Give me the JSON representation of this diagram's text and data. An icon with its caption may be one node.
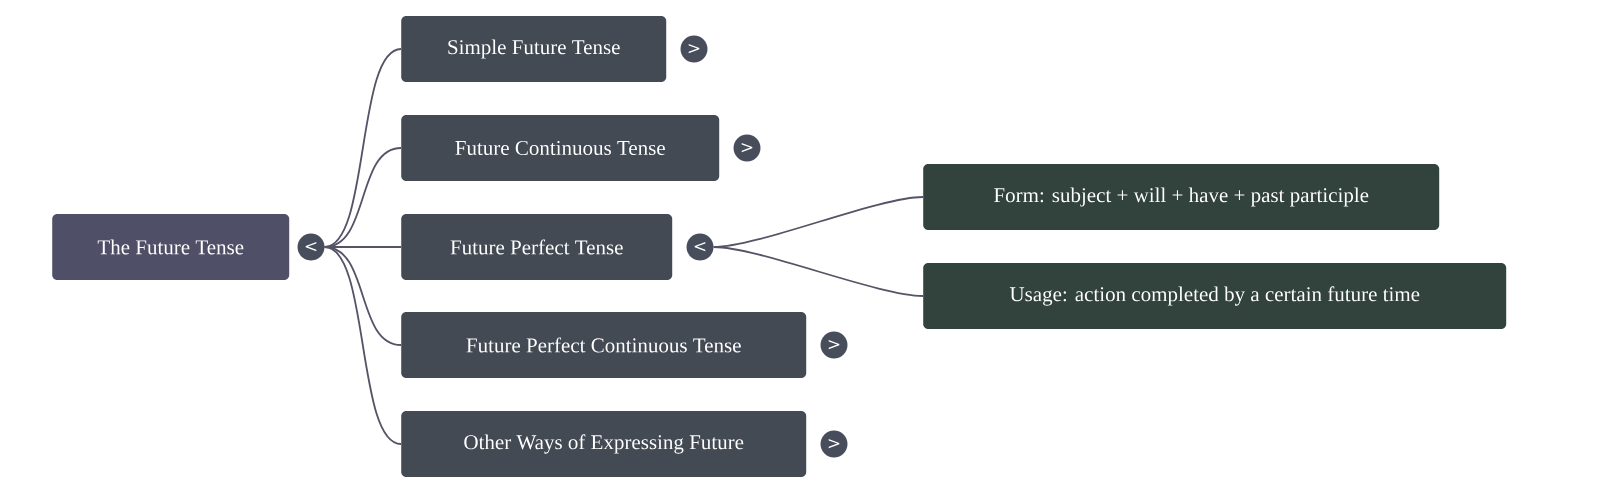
{
  "diagram": {
    "nodes": [
      {
        "text": [
          "The Future Tense"
        ]
      },
      {
        "text": [
          "<"
        ]
      },
      {
        "text": [
          "Simple Future Tense"
        ]
      },
      {
        "text": [
          ">"
        ]
      },
      {
        "text": [
          "Future Continuous Tense"
        ]
      },
      {
        "text": [
          ">"
        ]
      },
      {
        "text": [
          "Future Perfect Tense"
        ]
      },
      {
        "text": [
          "<"
        ]
      },
      {
        "text": [
          "Future Perfect Continuous Tense"
        ]
      },
      {
        "text": [
          ">"
        ]
      },
      {
        "text": [
          "Other Ways of Expressing Future"
        ]
      },
      {
        "text": [
          ">"
        ]
      },
      {
        "text": [
          "Form: subject + will + have + past participle"
        ]
      },
      {
        "text": [
          "Usage: action completed by a certain future time"
        ]
      }
    ],
    "edges": [
      {
        "from": 1,
        "to": 2,
        "arrow": "none"
      },
      {
        "from": 1,
        "to": 4,
        "arrow": "none"
      },
      {
        "from": 1,
        "to": 6,
        "arrow": "none"
      },
      {
        "from": 1,
        "to": 8,
        "arrow": "none"
      },
      {
        "from": 1,
        "to": 10,
        "arrow": "none"
      },
      {
        "from": 7,
        "to": 12,
        "arrow": "none"
      },
      {
        "from": 7,
        "to": 13,
        "arrow": "none"
      }
    ]
  }
}
